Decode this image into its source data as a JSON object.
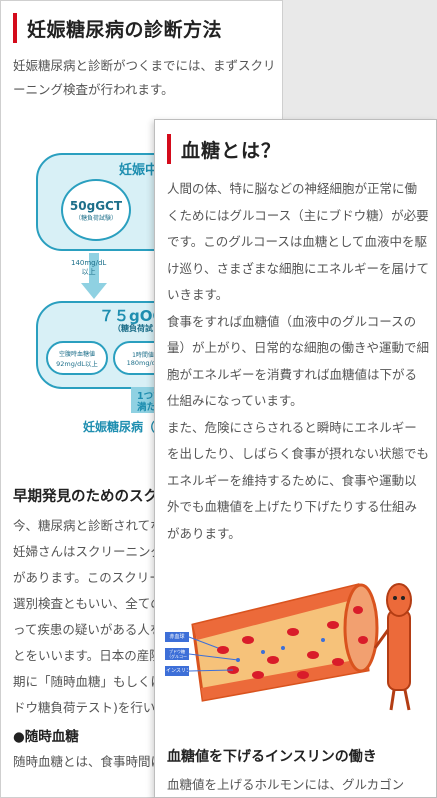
{
  "back": {
    "title": "妊娠糖尿病の診断方法",
    "intro": "妊娠糖尿病と診断がつくまでには、まずスクリーニング検査が行われます。",
    "diagram": {
      "box1_label": "妊娠中",
      "circle1_main": "50gGCT",
      "circle1_sub": "（糖負荷試験）",
      "arrow_label_line1": "140mg/dL",
      "arrow_label_line2": "以上",
      "box2_label": "７５gOG",
      "box2_sub": "（糖負荷試",
      "c2_line1": "空腹時血糖値",
      "c2_line2": "92mg/dL以上",
      "c3_line1": "1時間値",
      "c3_line2": "180mg/dL",
      "bottom_line1": "1つで",
      "bottom_line2": "満たす",
      "bottom_label": "妊娠糖尿病（"
    },
    "section_title": "早期発見のためのスク",
    "section_text": "今、糖尿病と診断されてな\n妊婦さんはスクリーニング\nがあります。このスクリー\n選別検査ともいい、全ての\nって疾患の疑いがある人を\nとをいいます。日本の産院\n期に「随時血糖」もしくは\nドウ糖負荷テスト)を行い",
    "subsection_title": "●随時血糖",
    "subsection_text": "随時血糖とは、食事時間に"
  },
  "front": {
    "title": "血糖とは？",
    "paragraphs": [
      "人間の体、特に脳などの神経細胞が正常に働くためにはグルコース（主にブドウ糖）が必要です。このグルコースは血糖として血液中を駆け巡り、さまざまな細胞にエネルギーを届けていきます。",
      "食事をすれば血糖値（血液中のグルコースの量）が上がり、日常的な細胞の働きや運動で細胞がエネルギーを消費すれば血糖値は下がる仕組みになっています。",
      "また、危険にさらされると瞬時にエネルギーを出したり、しばらく食事が摂れない状態でもエネルギーを維持するために、食事や運動以外でも血糖値を上げたり下げたりする仕組みがあります。"
    ],
    "illus_label1": "赤血球",
    "illus_label2": "ブドウ糖（グルコース）",
    "illus_label3": "インスリン",
    "section_title": "血糖値を下げるインスリンの働き",
    "section_text": "血糖値を上げるホルモンには、グルカゴン"
  },
  "colors": {
    "accent_red": "#d40b1b",
    "diagram_blue": "#2a9fbf"
  }
}
